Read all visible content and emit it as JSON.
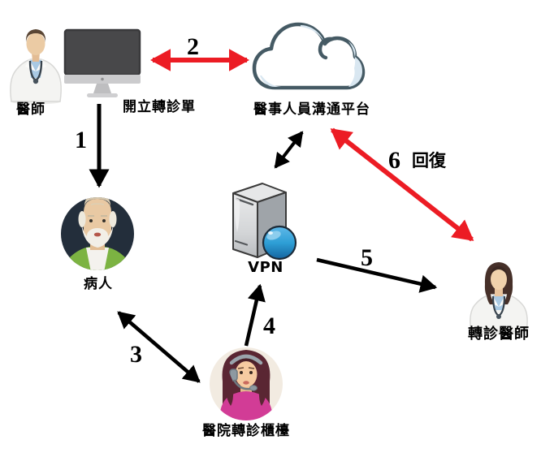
{
  "diagram": {
    "background_color": "#FFFFFF",
    "nodes": [
      {
        "id": "doctor",
        "label": "醫師",
        "icon": "male-doctor"
      },
      {
        "id": "referral-form",
        "label": "開立轉診單",
        "icon": "desktop-computer"
      },
      {
        "id": "platform",
        "label": "醫事人員溝通平台",
        "icon": "cloud"
      },
      {
        "id": "patient",
        "label": "病人",
        "icon": "elderly-man-avatar"
      },
      {
        "id": "vpn",
        "label": "VPN",
        "icon": "server-with-globe"
      },
      {
        "id": "referral-doctor",
        "label": "轉診醫師",
        "icon": "female-doctor"
      },
      {
        "id": "counter",
        "label": "醫院轉診櫃檯",
        "icon": "receptionist-avatar"
      }
    ],
    "arrows": [
      {
        "step": "1",
        "from": "referral-form",
        "to": "patient",
        "direction": "one-way",
        "color": "#000000"
      },
      {
        "step": "2",
        "from": "referral-form",
        "to": "platform",
        "direction": "two-way",
        "color": "#EC1C24"
      },
      {
        "step": "3",
        "from": "patient",
        "to": "counter",
        "direction": "two-way",
        "color": "#000000"
      },
      {
        "step": "4",
        "from": "counter",
        "to": "vpn",
        "direction": "one-way",
        "color": "#000000"
      },
      {
        "step": "5",
        "from": "vpn",
        "to": "referral-doctor",
        "direction": "one-way",
        "color": "#000000"
      },
      {
        "step": "6",
        "note": "回復",
        "from": "platform",
        "to": "referral-doctor",
        "direction": "two-way",
        "color": "#EC1C24"
      },
      {
        "step": "",
        "from": "platform",
        "to": "vpn",
        "direction": "two-way",
        "color": "#000000"
      }
    ],
    "colors": {
      "arrow_red": "#EC1C24",
      "arrow_black": "#000000",
      "cloud_outline": "#455A64",
      "cloud_shade": "#D9E7F1",
      "patient_circle": "#232E3B",
      "patient_shirt_green": "#7CB342",
      "counter_circle": "#F2EBE1",
      "counter_shirt_pink": "#D23C96",
      "globe_blue": "#2E9FD6"
    }
  }
}
